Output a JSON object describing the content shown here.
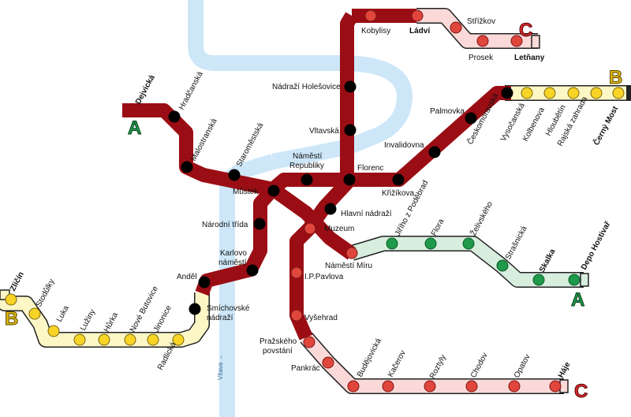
{
  "river": {
    "name": "Vltava →"
  },
  "colors": {
    "river": "#cde7f9",
    "line_a_fill": "#d7eedf",
    "line_a_station": "#1e9a4a",
    "line_a_letter": "#1d9a4a",
    "line_b_fill": "#fdf7c6",
    "line_b_station": "#f7d426",
    "line_b_letter": "#e0b90f",
    "line_c_fill": "#fbd9d9",
    "line_c_station": "#e0463c",
    "line_c_letter": "#d8282b",
    "central": "#9b0d14",
    "transfer": "#000000",
    "outline": "#222222"
  },
  "lines": {
    "A": {
      "letter": "A",
      "termini": [
        "Dejvická",
        "Depo Hostivař"
      ]
    },
    "B": {
      "letter": "B",
      "termini": [
        "Zličín",
        "Černý Most"
      ]
    },
    "C": {
      "letter": "C",
      "termini": [
        "Letňany",
        "Háje"
      ]
    }
  },
  "stations": {
    "dejvicka": "Dejvická",
    "hradcanska": "Hradčanská",
    "malostranska": "Malostranská",
    "staromestska": "Staroměstská",
    "mustek": "Můstek",
    "namesti_republiky_1": "Náměstí",
    "namesti_republiky_2": "Republiky",
    "florenc": "Florenc",
    "krizikova": "Křižíkova",
    "invalidovna": "Invalidovna",
    "palmovka": "Palmovka",
    "ceskomoravska": "Českomoravská",
    "vysocanska": "Vysočanská",
    "kolbenova": "Kolbenova",
    "hloubetin": "Hloubětín",
    "rajska_zahrada": "Rajská zahrada",
    "cerny_most": "Černý Most",
    "kobylisy": "Kobylisy",
    "ladvi": "Ládví",
    "strizkov": "Střížkov",
    "prosek": "Prosek",
    "letnany": "Letňany",
    "nadrazi_holesovice": "Nádraží Holešovice",
    "vltavska": "Vltavská",
    "hlavni_nadrazi": "Hlavní nádraží",
    "muzeum": "Muzeum",
    "namesti_miru": "Náměstí Míru",
    "jiriho_z_podebrad": "Jiřího z Poděbrad",
    "flora": "Flora",
    "zelivskeho": "Želivského",
    "strasnicka": "Strašnická",
    "skalka": "Skalka",
    "depo_hostivar": "Depo Hostivař",
    "narodni_trida": "Národní třída",
    "karlovo_namesti_1": "Karlovo",
    "karlovo_namesti_2": "náměstí",
    "andel": "Anděl",
    "smichovske_1": "Smíchovské",
    "smichovske_2": "nádraží",
    "radlicka": "Radlická",
    "jinonice": "Jinonice",
    "nove_butovice": "Nové Butovice",
    "hurka": "Hůrka",
    "luziny": "Lužiny",
    "luka": "Luka",
    "stodulky": "Stodůlky",
    "zlicin": "Zličín",
    "ip_pavlova": "I.P.Pavlova",
    "vysehrad": "Vyšehrad",
    "prazskeho_1": "Pražského",
    "prazskeho_2": "povstání",
    "pankrac": "Pankrác",
    "budejovicka": "Budějovická",
    "kacerov": "Kačerov",
    "roztyly": "Roztyly",
    "chodov": "Chodov",
    "opatov": "Opatov",
    "haje": "Háje"
  }
}
